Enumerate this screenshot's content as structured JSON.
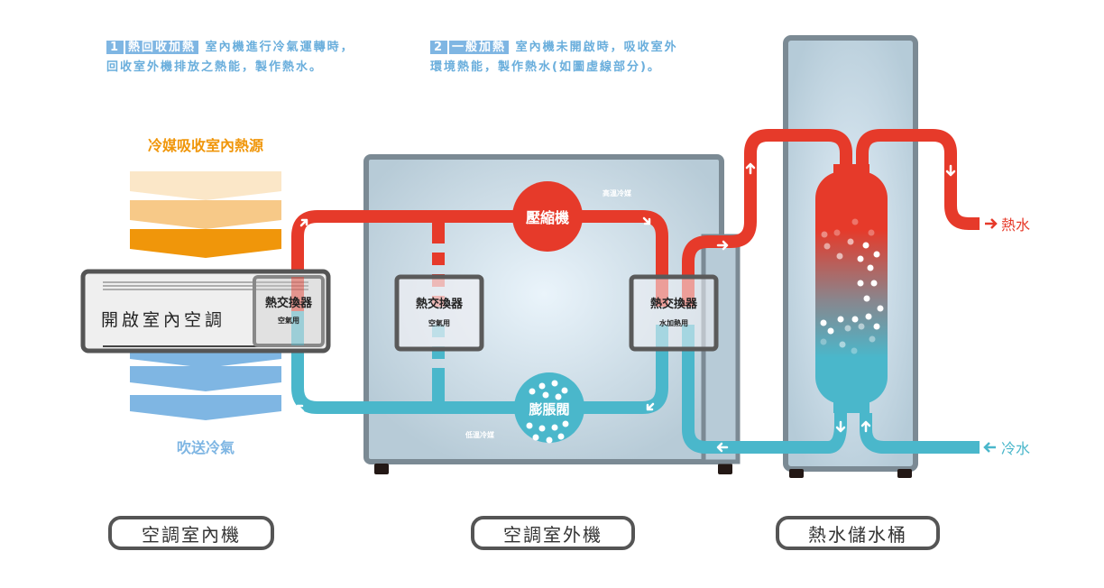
{
  "modes": [
    {
      "number": "1",
      "title": "熱回收加熱",
      "line1": "室內機進行冷氣運轉時，",
      "line2": "回收室外機排放之熱能，製作熱水。"
    },
    {
      "number": "2",
      "title": "一般加熱",
      "line1": "室內機未開啟時，吸收室外",
      "line2": "環境熱能，製作熱水(如圖虛線部分)。"
    }
  ],
  "indoor": {
    "heat_label": "冷媒吸收室內熱源",
    "cool_label": "吹送冷氣",
    "unit_label": "開啟室內空調",
    "exchanger_title": "熱交換器",
    "exchanger_sub": "空氣用"
  },
  "outdoor": {
    "compressor": "壓縮機",
    "expansion_valve": "膨脹閥",
    "high_temp": "高溫冷媒",
    "low_temp": "低溫冷媒",
    "exchanger_air_title": "熱交換器",
    "exchanger_air_sub": "空氣用",
    "exchanger_water_title": "熱交換器",
    "exchanger_water_sub": "水加熱用"
  },
  "tank": {
    "hot_water": "熱水",
    "cold_water": "冷水"
  },
  "labels": {
    "indoor_unit": "空調室內機",
    "outdoor_unit": "空調室外機",
    "tank": "熱水儲水桶"
  },
  "colors": {
    "hot": "#e63a2a",
    "cold": "#4ab7cb",
    "orange": "#f0960a",
    "blue_chevron": "#7fb6e3",
    "casing": "#7b8a94"
  }
}
